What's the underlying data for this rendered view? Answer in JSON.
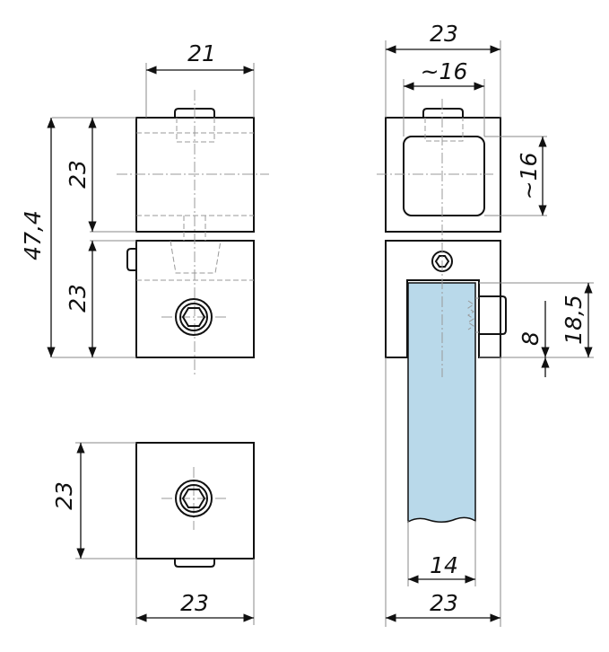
{
  "drawing": {
    "colors": {
      "glass": "#b9d9ea",
      "line": "#111111"
    },
    "side_view": {
      "width": "21",
      "height_total": "47,4",
      "height_upper": "23",
      "height_lower": "23"
    },
    "bottom_view": {
      "height": "23",
      "width": "23"
    },
    "front_view": {
      "width_top": "23",
      "opening_width": "~16",
      "opening_height": "~16",
      "clamp_height": "18,5",
      "screw_offset": "8",
      "glass_thickness": "14",
      "width_bottom": "23"
    }
  }
}
